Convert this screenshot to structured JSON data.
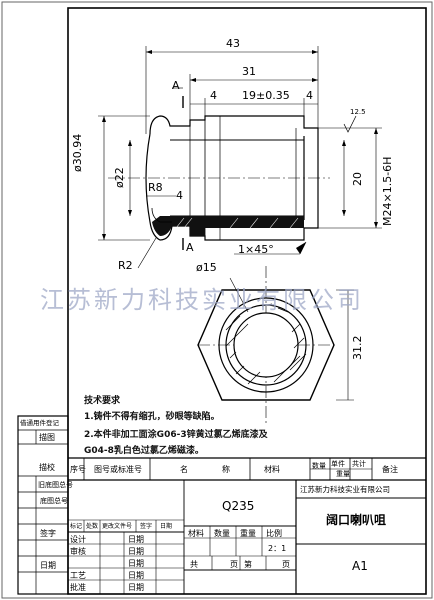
{
  "drawing": {
    "dim_overall_length": "43",
    "dim_body_length": "31",
    "dim_left_shoulder": "4",
    "dim_middle": "19±0.35",
    "dim_right_shoulder": "4",
    "dim_flange_dia": "ø30.94",
    "dim_bore_dia": "ø22",
    "dim_fillet": "R8",
    "dim_lip": "4",
    "dim_edge_radius": "R2",
    "dim_chamfer": "1×45°",
    "dim_thread": "M24×1.5-6H",
    "dim_thread_length": "20",
    "dim_roughness": "12.5",
    "section_label": "A",
    "dim_end_dia": "ø15",
    "dim_hex": "31.2"
  },
  "notes": {
    "heading": "技术要求",
    "line1": "1.铸件不得有缩孔，砂眼等缺陷。",
    "line2": "2.本件非加工面涂G06-3锌黄过氯乙烯底漆及",
    "line3": "G04-8乳白色过氯乙烯磁漆。"
  },
  "watermark": "江苏新力科技实业有限公司",
  "title_block": {
    "left_col": [
      "借通用件登记",
      "描图",
      "描校",
      "旧底图总号",
      "底图总号",
      "签字",
      "日期"
    ],
    "parts_header": [
      "序号",
      "图号或标准号",
      "名",
      "称",
      "材料",
      "数量",
      "单件",
      "共计",
      "备注"
    ],
    "weight_label": "重量",
    "material": "Q235",
    "company": "江苏新力科技实业有限公司",
    "part_name": "阔口喇叭咀",
    "drawing_no": "A1",
    "rev_header": [
      "标记",
      "处数",
      "更改文件号",
      "签字",
      "日期"
    ],
    "roles": [
      "设计",
      "审核",
      "工艺",
      "批准"
    ],
    "date_label": "日期",
    "material_label": "材料",
    "quantity_label": "数量",
    "weight_label2": "重量",
    "scale_label": "比例",
    "scale": "2：1",
    "sheet_total_label": "共",
    "sheet_label": "页",
    "sheet_no_label": "第"
  }
}
